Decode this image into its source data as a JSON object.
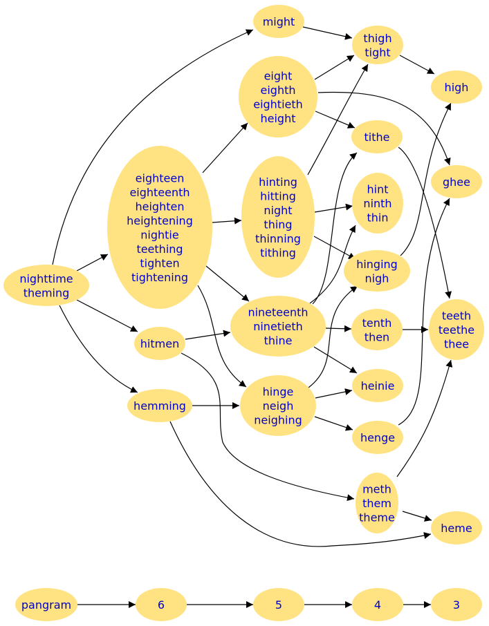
{
  "colors": {
    "node_fill": "#ffe383",
    "label": "#0000cc",
    "edge": "#000000",
    "background": "#ffffff"
  },
  "nodes": [
    {
      "id": "might",
      "lines": [
        "might"
      ]
    },
    {
      "id": "thigh",
      "lines": [
        "thigh",
        "tight"
      ]
    },
    {
      "id": "high",
      "lines": [
        "high"
      ]
    },
    {
      "id": "eight",
      "lines": [
        "eight",
        "eighth",
        "eightieth",
        "height"
      ]
    },
    {
      "id": "tithe",
      "lines": [
        "tithe"
      ]
    },
    {
      "id": "ghee",
      "lines": [
        "ghee"
      ]
    },
    {
      "id": "eighteen",
      "lines": [
        "eighteen",
        "eighteenth",
        "heighten",
        "heightening",
        "nightie",
        "teething",
        "tighten",
        "tightening"
      ]
    },
    {
      "id": "hinting",
      "lines": [
        "hinting",
        "hitting",
        "night",
        "thing",
        "thinning",
        "tithing"
      ]
    },
    {
      "id": "hint",
      "lines": [
        "hint",
        "ninth",
        "thin"
      ]
    },
    {
      "id": "hinging",
      "lines": [
        "hinging",
        "nigh"
      ]
    },
    {
      "id": "nighttime",
      "lines": [
        "nighttime",
        "theming"
      ]
    },
    {
      "id": "nineteenth",
      "lines": [
        "nineteenth",
        "ninetieth",
        "thine"
      ]
    },
    {
      "id": "tenth",
      "lines": [
        "tenth",
        "then"
      ]
    },
    {
      "id": "teeth",
      "lines": [
        "teeth",
        "teethe",
        "thee"
      ]
    },
    {
      "id": "hitmen",
      "lines": [
        "hitmen"
      ]
    },
    {
      "id": "heinie",
      "lines": [
        "heinie"
      ]
    },
    {
      "id": "hemming",
      "lines": [
        "hemming"
      ]
    },
    {
      "id": "hinge",
      "lines": [
        "hinge",
        "neigh",
        "neighing"
      ]
    },
    {
      "id": "henge",
      "lines": [
        "henge"
      ]
    },
    {
      "id": "meth",
      "lines": [
        "meth",
        "them",
        "theme"
      ]
    },
    {
      "id": "heme",
      "lines": [
        "heme"
      ]
    },
    {
      "id": "pangram",
      "lines": [
        "pangram"
      ]
    },
    {
      "id": "n6",
      "lines": [
        "6"
      ]
    },
    {
      "id": "n5",
      "lines": [
        "5"
      ]
    },
    {
      "id": "n4",
      "lines": [
        "4"
      ]
    },
    {
      "id": "n3",
      "lines": [
        "3"
      ]
    }
  ],
  "edges": [
    {
      "from": "nighttime",
      "to": "might"
    },
    {
      "from": "nighttime",
      "to": "eighteen"
    },
    {
      "from": "nighttime",
      "to": "hitmen"
    },
    {
      "from": "nighttime",
      "to": "hemming"
    },
    {
      "from": "might",
      "to": "thigh"
    },
    {
      "from": "eight",
      "to": "thigh"
    },
    {
      "from": "eight",
      "to": "ghee"
    },
    {
      "from": "eight",
      "to": "tithe"
    },
    {
      "from": "thigh",
      "to": "high"
    },
    {
      "from": "eighteen",
      "to": "eight"
    },
    {
      "from": "eighteen",
      "to": "hinting"
    },
    {
      "from": "eighteen",
      "to": "nineteenth"
    },
    {
      "from": "eighteen",
      "to": "hinge"
    },
    {
      "from": "hinting",
      "to": "thigh"
    },
    {
      "from": "hinting",
      "to": "hint"
    },
    {
      "from": "hinting",
      "to": "hinging"
    },
    {
      "from": "nineteenth",
      "to": "tithe"
    },
    {
      "from": "nineteenth",
      "to": "hint"
    },
    {
      "from": "nineteenth",
      "to": "tenth"
    },
    {
      "from": "nineteenth",
      "to": "heinie"
    },
    {
      "from": "tithe",
      "to": "teeth"
    },
    {
      "from": "hinging",
      "to": "high"
    },
    {
      "from": "tenth",
      "to": "teeth"
    },
    {
      "from": "hitmen",
      "to": "nineteenth"
    },
    {
      "from": "hitmen",
      "to": "meth"
    },
    {
      "from": "hemming",
      "to": "hinge"
    },
    {
      "from": "hemming",
      "to": "heme"
    },
    {
      "from": "hinge",
      "to": "hinging"
    },
    {
      "from": "hinge",
      "to": "heinie"
    },
    {
      "from": "hinge",
      "to": "henge"
    },
    {
      "from": "henge",
      "to": "ghee"
    },
    {
      "from": "meth",
      "to": "teeth"
    },
    {
      "from": "meth",
      "to": "heme"
    },
    {
      "from": "pangram",
      "to": "n6"
    },
    {
      "from": "n6",
      "to": "n5"
    },
    {
      "from": "n5",
      "to": "n4"
    },
    {
      "from": "n4",
      "to": "n3"
    }
  ]
}
